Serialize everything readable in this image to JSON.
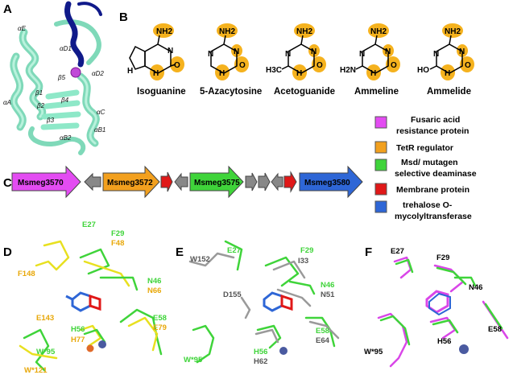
{
  "panels": {
    "A": "A",
    "B": "B",
    "C": "C",
    "D": "D",
    "E": "E",
    "F": "F"
  },
  "panel_a": {
    "ss_labels": [
      "αE",
      "αD1",
      "αD2",
      "β5",
      "β1",
      "β2",
      "β4",
      "β3",
      "αA",
      "αC",
      "αB1",
      "αB2"
    ]
  },
  "molecules": [
    {
      "name": "Isoguanine"
    },
    {
      "name": "5-Azacytosine"
    },
    {
      "name": "Acetoguanide"
    },
    {
      "name": "Ammeline"
    },
    {
      "name": "Ammelide"
    }
  ],
  "atoms": {
    "amino": "NH2",
    "n": "N",
    "nh": "H",
    "o": "O",
    "me": "H3C",
    "h2n": "H2N",
    "ho": "HO"
  },
  "genes": [
    {
      "label": "Msmeg3570",
      "color": "#e34cf2"
    },
    {
      "label": "Msmeg3572",
      "color": "#f2a01e"
    },
    {
      "label": "Msmeg3575",
      "color": "#3fd43a"
    },
    {
      "label": "Msmeg3580",
      "color": "#2e66d6"
    }
  ],
  "legend": [
    {
      "label_1": "Fusaric acid",
      "label_2": "resistance protein",
      "color": "#e34cf2"
    },
    {
      "label_1": "TetR regulator",
      "label_2": "",
      "color": "#f2a01e"
    },
    {
      "label_1": "Msd/ mutagen",
      "label_2": "selective deaminase",
      "color": "#3fd43a"
    },
    {
      "label_1": "Membrane protein",
      "label_2": "",
      "color": "#e01818"
    },
    {
      "label_1": "trehalose O-",
      "label_2": "mycolyltransferase",
      "color": "#2e66d6"
    }
  ],
  "panel_d": {
    "labels": [
      "E27",
      "F29",
      "F48",
      "F148",
      "N46",
      "N66",
      "E143",
      "H56",
      "H77",
      "E58",
      "E79",
      "W*95",
      "W*121"
    ]
  },
  "panel_e": {
    "labels": [
      "W152",
      "E27",
      "F29",
      "I33",
      "N46",
      "N51",
      "D155",
      "E58",
      "E64",
      "H56",
      "H62",
      "W*95"
    ]
  },
  "panel_f": {
    "labels": [
      "E27",
      "F29",
      "N46",
      "E58",
      "H56",
      "W*95"
    ]
  },
  "colors": {
    "green": "#3fd43a",
    "orange": "#f2a01e",
    "yellow": "#e8e020",
    "magenta": "#d946e8",
    "grey": "#9a9a9a",
    "red": "#e01818",
    "blue": "#2e66d6",
    "navy": "#101a8a",
    "mint": "#8ee8c8",
    "halo": "#f5b21e",
    "ion": "#4a5aa0",
    "ion_orange": "#e06a2a"
  }
}
